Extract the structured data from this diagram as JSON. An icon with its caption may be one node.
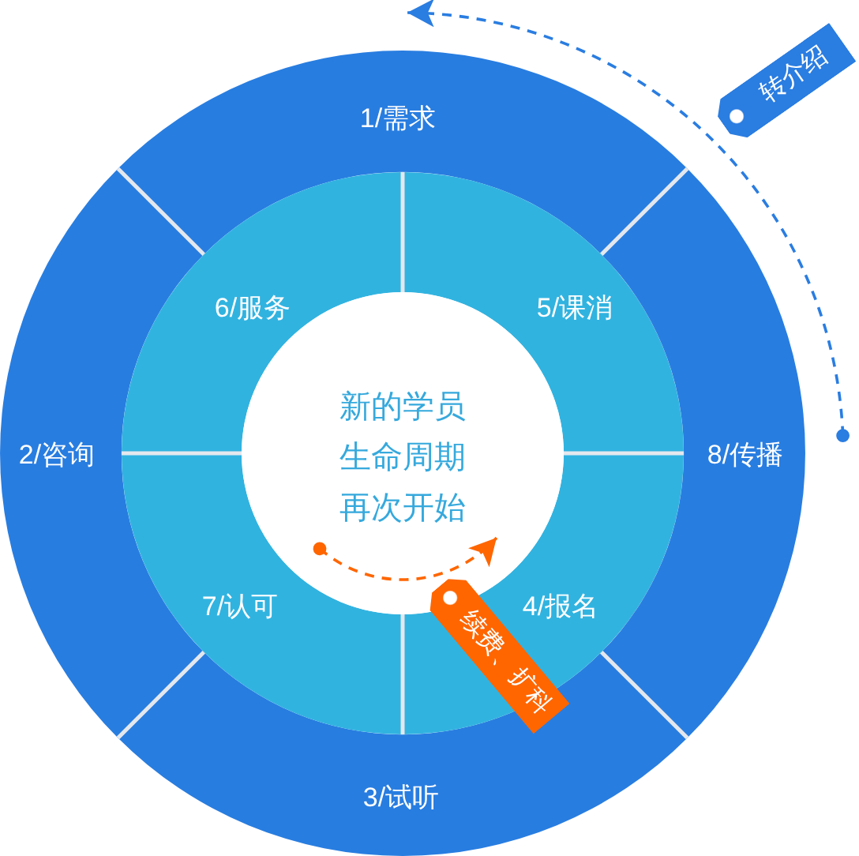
{
  "diagram": {
    "nodes": [
      {
        "text": [
          "1/需求"
        ]
      },
      {
        "text": [
          "2/咨询"
        ]
      },
      {
        "text": [
          "3/试听"
        ]
      },
      {
        "text": [
          "4/报名"
        ]
      },
      {
        "text": [
          "5/课消"
        ]
      },
      {
        "text": [
          "6/服务"
        ]
      },
      {
        "text": [
          "7/认可"
        ]
      },
      {
        "text": [
          "8/传播"
        ]
      },
      {
        "text": [
          "新的学员生命周期再次开始"
        ]
      }
    ],
    "edges": [
      {
        "from": 7,
        "to": 0,
        "arrow": "to",
        "style": "dashed",
        "color": "#2a7de1",
        "label": "转介绍"
      },
      {
        "from": 8,
        "to": 8,
        "arrow": "to",
        "style": "dashed",
        "color": "#ff6600",
        "label": "续费、扩科"
      }
    ]
  }
}
